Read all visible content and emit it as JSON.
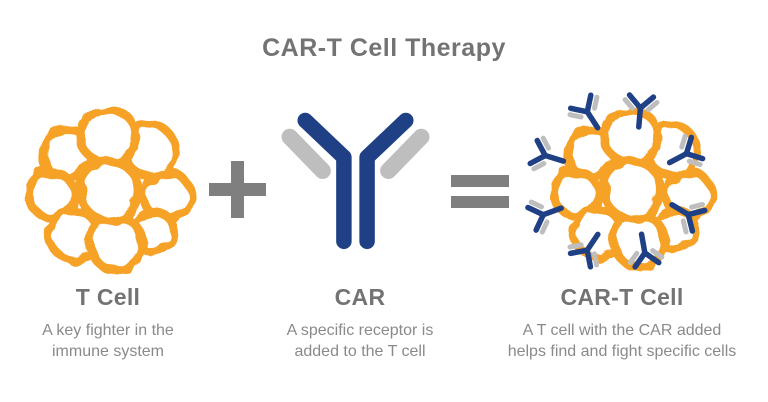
{
  "title": "CAR-T Cell Therapy",
  "operators": {
    "plus": "+",
    "equals": "="
  },
  "colors": {
    "cell_orange": "#F5A228",
    "receptor_navy": "#1F4084",
    "receptor_gray": "#BEBEBE",
    "operator_gray": "#7F7F7F",
    "heading_gray": "#737373",
    "body_gray": "#8A8A8A"
  },
  "panels": [
    {
      "heading": "T Cell",
      "icon": "t-cell-icon",
      "desc_lines": [
        "A key fighter in the",
        "immune system"
      ]
    },
    {
      "heading": "CAR",
      "icon": "car-receptor-icon",
      "desc_lines": [
        "A specific receptor is",
        "added to the T cell"
      ]
    },
    {
      "heading": "CAR-T Cell",
      "icon": "car-t-cell-icon",
      "desc_lines": [
        "A T cell with the CAR added",
        "helps find and fight specific cells"
      ]
    }
  ]
}
